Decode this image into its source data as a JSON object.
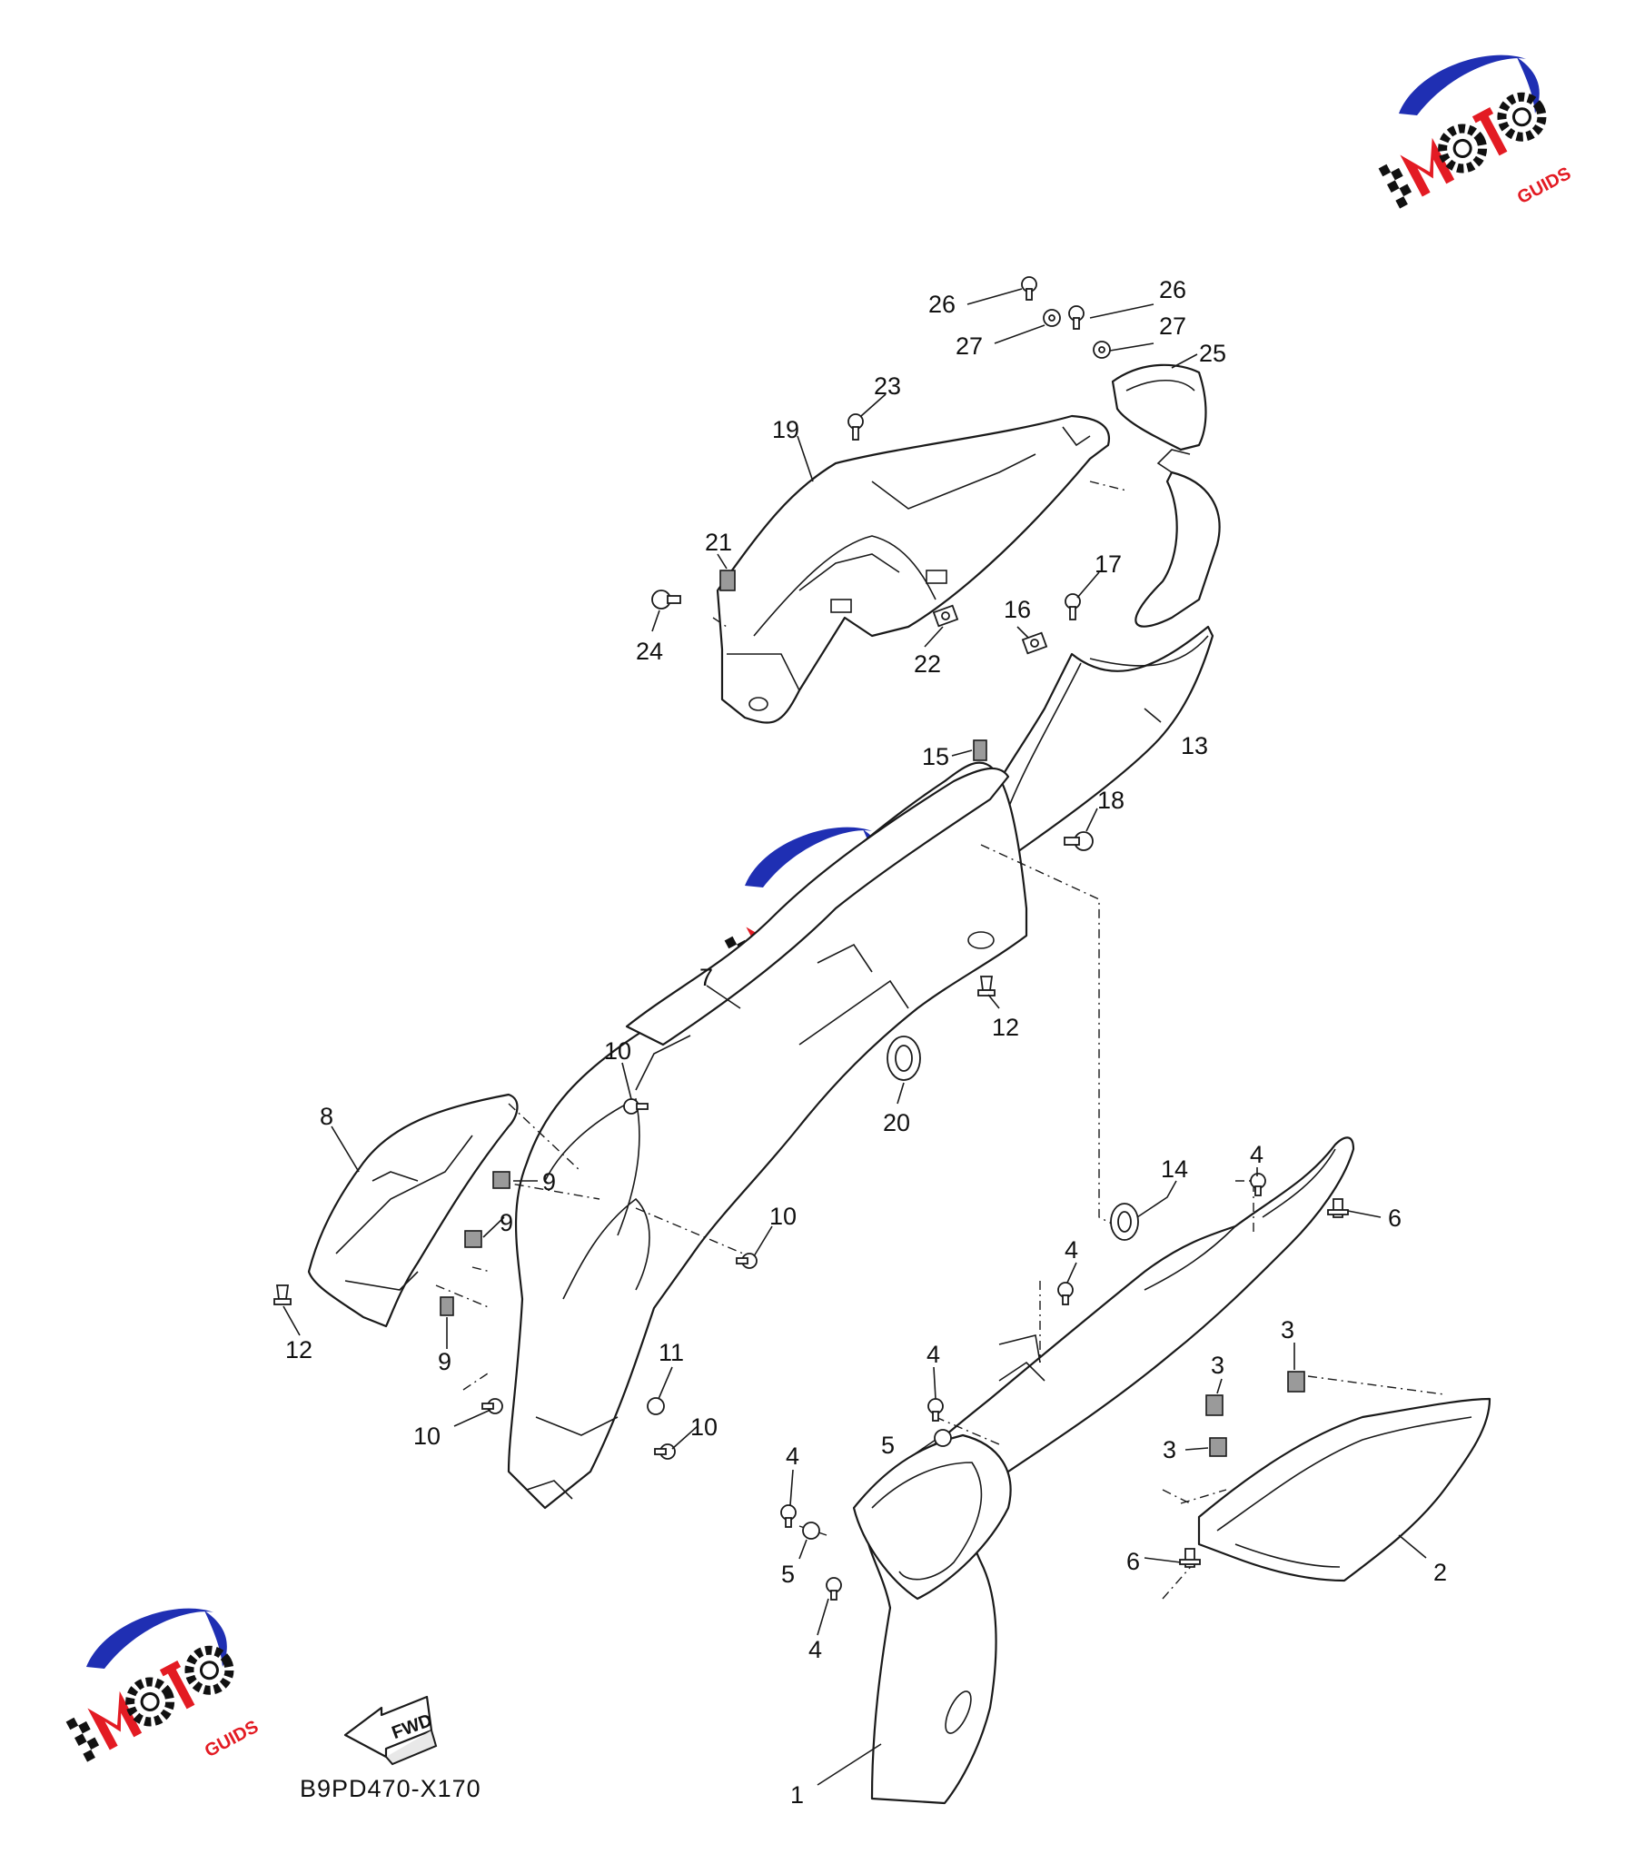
{
  "diagram_code": "B9PD470-X170",
  "direction_label": "FWD",
  "watermark": {
    "text_main": "MOTO",
    "text_sub": "GUIDS",
    "color_blue": "#1f2fb3",
    "color_red": "#e31b23",
    "color_black": "#111111"
  },
  "callouts": {
    "p1": "1",
    "p2": "2",
    "p3a": "3",
    "p3b": "3",
    "p3c": "3",
    "p4a": "4",
    "p4b": "4",
    "p4c": "4",
    "p4d": "4",
    "p4e": "4",
    "p5a": "5",
    "p5b": "5",
    "p6a": "6",
    "p6b": "6",
    "p7": "7",
    "p8": "8",
    "p9a": "9",
    "p9b": "9",
    "p9c": "9",
    "p10a": "10",
    "p10b": "10",
    "p10c": "10",
    "p10d": "10",
    "p11": "11",
    "p12a": "12",
    "p12b": "12",
    "p13": "13",
    "p14": "14",
    "p15": "15",
    "p16": "16",
    "p17": "17",
    "p18": "18",
    "p19": "19",
    "p20": "20",
    "p21": "21",
    "p22": "22",
    "p23": "23",
    "p24": "24",
    "p25": "25",
    "p26a": "26",
    "p26b": "26",
    "p27a": "27",
    "p27b": "27"
  }
}
